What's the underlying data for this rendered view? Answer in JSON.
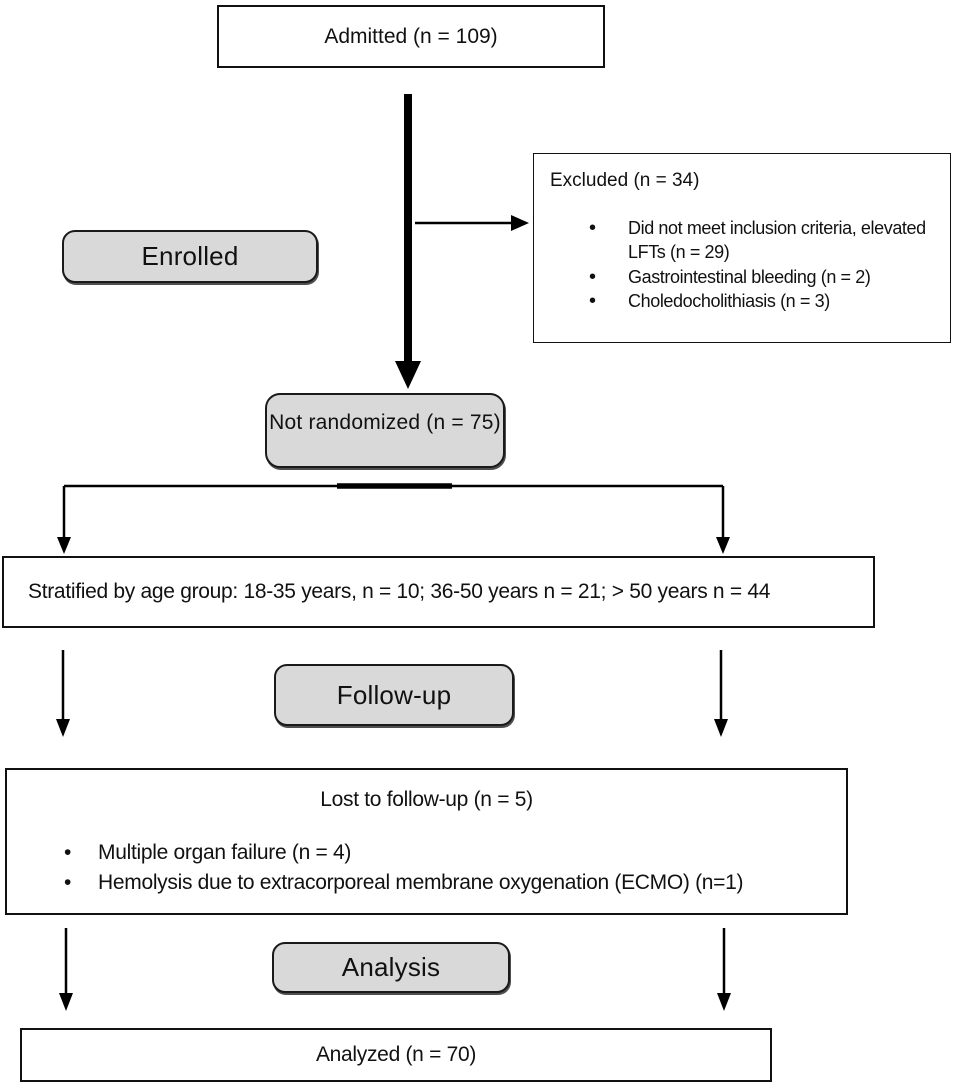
{
  "diagram": {
    "admitted": {
      "label": "Admitted (n = 109)"
    },
    "enrolled": {
      "label": "Enrolled"
    },
    "excluded": {
      "title": "Excluded (n = 34)",
      "items": [
        "Did not meet inclusion criteria, elevated LFTs (n = 29)",
        "Gastrointestinal bleeding (n = 2)",
        "Choledocholithiasis  (n = 3)"
      ]
    },
    "not_randomized": {
      "label": "Not randomized (n = 75)"
    },
    "stratified": {
      "label": "Stratified by age group: 18-35 years, n = 10; 36-50 years n = 21; > 50 years n = 44"
    },
    "followup": {
      "label": "Follow-up"
    },
    "lost": {
      "title": "Lost to follow-up (n = 5)",
      "items": [
        "Multiple organ failure (n = 4)",
        "Hemolysis due to extracorporeal membrane oxygenation (ECMO) (n=1)"
      ]
    },
    "analysis": {
      "label": "Analysis"
    },
    "analyzed": {
      "label": "Analyzed (n = 70)"
    }
  },
  "colors": {
    "stage_fill": "#d9d9d9",
    "box_border": "#111111",
    "line": "#000000",
    "background": "#ffffff"
  }
}
